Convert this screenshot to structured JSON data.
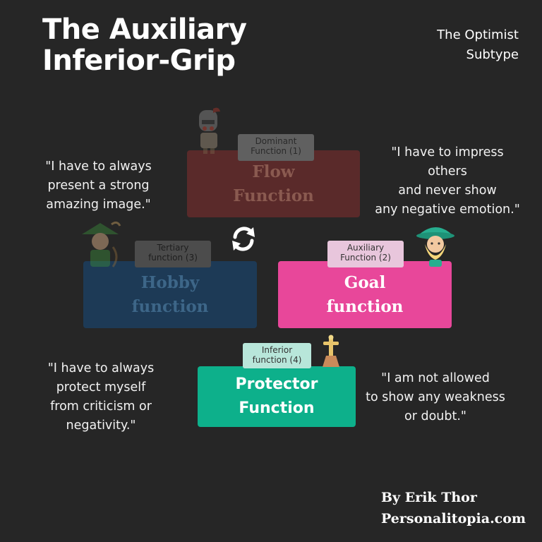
{
  "header": {
    "title_line1": "The Auxiliary",
    "title_line2": "Inferior-Grip",
    "subtitle_line1": "The Optimist",
    "subtitle_line2": "Subtype"
  },
  "quotes": {
    "top_left": [
      "\"I have to always",
      "present a strong",
      "amazing image.\""
    ],
    "top_right": [
      "\"I have to impress",
      "others",
      "and never show",
      "any negative emotion.\""
    ],
    "bottom_left": [
      "\"I have to always",
      "protect myself",
      "from criticism or",
      "negativity.\""
    ],
    "bottom_right": [
      "\"I am not allowed",
      "to show any weakness",
      "or doubt.\""
    ]
  },
  "functions": {
    "dominant": {
      "tag_line1": "Dominant",
      "tag_line2": "Function (1)",
      "name_line1": "Flow",
      "name_line2": "Function",
      "color": "#5a2a2a"
    },
    "tertiary": {
      "tag_line1": "Tertiary",
      "tag_line2": "function (3)",
      "name_line1": "Hobby",
      "name_line2": "function",
      "color": "#1d3a56"
    },
    "auxiliary": {
      "tag_line1": "Auxiliary",
      "tag_line2": "Function (2)",
      "name_line1": "Goal",
      "name_line2": "function",
      "color": "#e8479a"
    },
    "inferior": {
      "tag_line1": "Inferior",
      "tag_line2": "function (4)",
      "name_line1": "Protector",
      "name_line2": "Function",
      "color": "#0db08b"
    }
  },
  "icons": {
    "cycle": "cycle-arrows-icon",
    "knight": "knight-icon",
    "archer": "archer-icon",
    "wizard": "wizard-icon",
    "sword": "sword-icon"
  },
  "credit": {
    "line1": "By Erik Thor",
    "line2": "Personalitopia.com"
  }
}
